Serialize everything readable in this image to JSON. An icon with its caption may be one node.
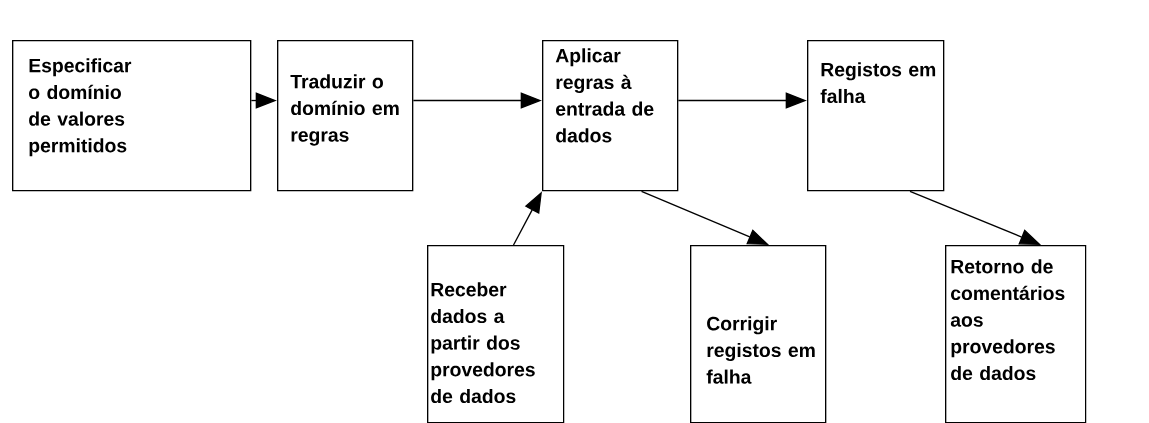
{
  "diagram": {
    "nodes": [
      {
        "text": [
          "Especificar o domínio de valores permitidos"
        ]
      },
      {
        "text": [
          "Traduzir o domínio em regras"
        ]
      },
      {
        "text": [
          "Aplicar regras à entrada de dados"
        ]
      },
      {
        "text": [
          "Registos em falha"
        ]
      },
      {
        "text": [
          "Receber dados a partir dos provedores de dados"
        ]
      },
      {
        "text": [
          "Corrigir registos em falha"
        ]
      },
      {
        "text": [
          "Retorno de comentários aos provedores de dados"
        ]
      }
    ],
    "edges": [
      {
        "from": 0,
        "to": 1,
        "arrow": "to"
      },
      {
        "from": 1,
        "to": 2,
        "arrow": "to"
      },
      {
        "from": 2,
        "to": 3,
        "arrow": "to"
      },
      {
        "from": 4,
        "to": 2,
        "arrow": "to"
      },
      {
        "from": 2,
        "to": 5,
        "arrow": "to"
      },
      {
        "from": 3,
        "to": 6,
        "arrow": "to"
      }
    ]
  }
}
